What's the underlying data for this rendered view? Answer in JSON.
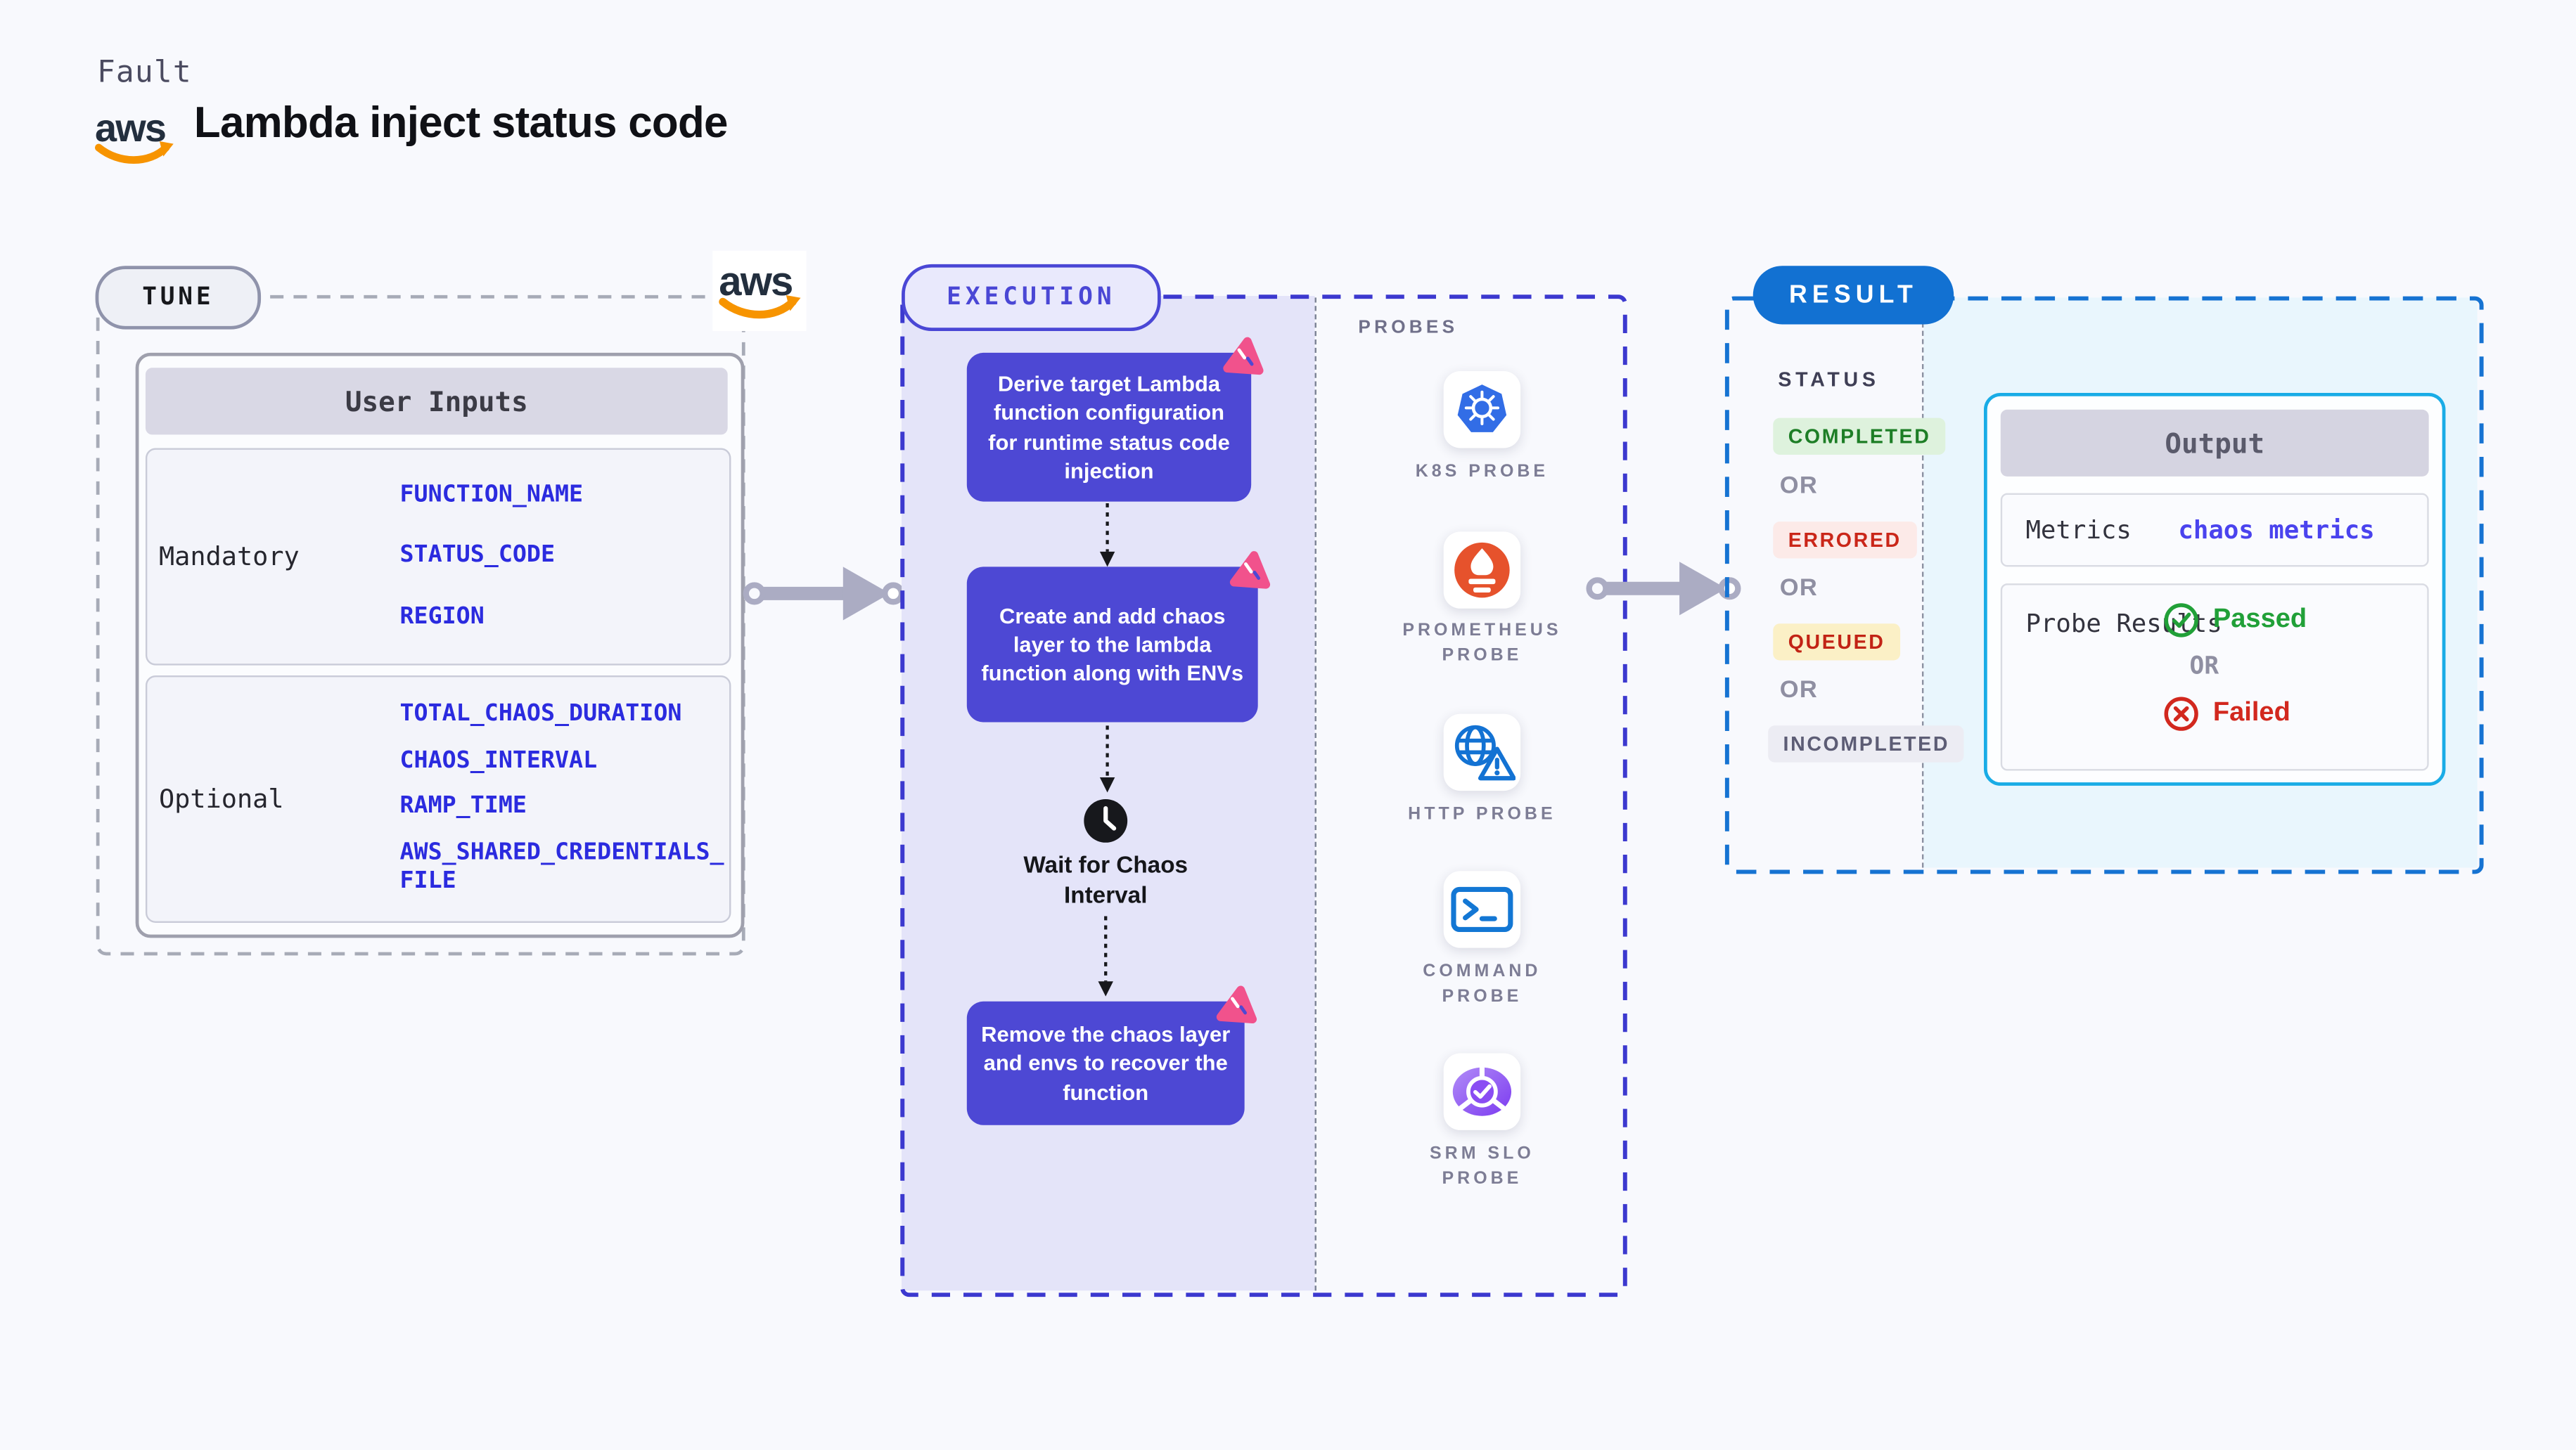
{
  "header": {
    "kicker": "Fault",
    "title": "Lambda inject status code",
    "aws_logo_text": "aws"
  },
  "tune": {
    "label": "TUNE",
    "table": {
      "header": "User Inputs",
      "rows": [
        {
          "label": "Mandatory",
          "values": [
            "FUNCTION_NAME",
            "STATUS_CODE",
            "REGION"
          ]
        },
        {
          "label": "Optional",
          "values": [
            "TOTAL_CHAOS_DURATION",
            "CHAOS_INTERVAL",
            "RAMP_TIME",
            "AWS_SHARED_CREDENTIALS_FILE"
          ]
        }
      ]
    }
  },
  "execution": {
    "label": "EXECUTION",
    "steps": [
      "Derive target Lambda function configuration for runtime status code injection",
      "Create and add chaos layer to the lambda function along with ENVs",
      "Remove the chaos layer and envs to recover the function"
    ],
    "wait_label": "Wait for Chaos Interval"
  },
  "probes": {
    "label": "PROBES",
    "items": [
      {
        "icon": "k8s-probe-icon",
        "label": "K8S PROBE"
      },
      {
        "icon": "prometheus-probe-icon",
        "label": "PROMETHEUS PROBE"
      },
      {
        "icon": "http-probe-icon",
        "label": "HTTP PROBE"
      },
      {
        "icon": "command-probe-icon",
        "label": "COMMAND PROBE"
      },
      {
        "icon": "srm-slo-probe-icon",
        "label": "SRM SLO PROBE"
      }
    ]
  },
  "result": {
    "label": "RESULT",
    "status_heading": "STATUS",
    "or_label": "OR",
    "statuses": [
      {
        "label": "COMPLETED",
        "bg": "#def2dd",
        "fg": "#1d7e26"
      },
      {
        "label": "ERRORED",
        "bg": "#fceae8",
        "fg": "#ca2619"
      },
      {
        "label": "QUEUED",
        "bg": "#fbf0c6",
        "fg": "#c22315"
      },
      {
        "label": "INCOMPLETED",
        "bg": "#ececf3",
        "fg": "#5d5d75"
      }
    ],
    "output": {
      "header": "Output",
      "metrics_label": "Metrics",
      "metrics_value": "chaos metrics",
      "probe_results_label": "Probe Results",
      "passed_label": "Passed",
      "or_label": "OR",
      "failed_label": "Failed"
    }
  },
  "colors": {
    "page_bg": "#f8f9fd",
    "purple_step": "#4d48d4",
    "execution_accent": "#4a47d5",
    "execution_fill": "#e4e4f9",
    "result_accent": "#1271d2",
    "result_fill": "#e9f6fd",
    "output_border": "#19ace6",
    "env_var_blue": "#2b2bdf",
    "arrow_grey": "#abacc3",
    "aws_orange": "#f79400",
    "aws_navy": "#232f3e",
    "passed_green": "#21a038",
    "failed_red": "#d2281e",
    "spark_pink": "#f1528c"
  }
}
